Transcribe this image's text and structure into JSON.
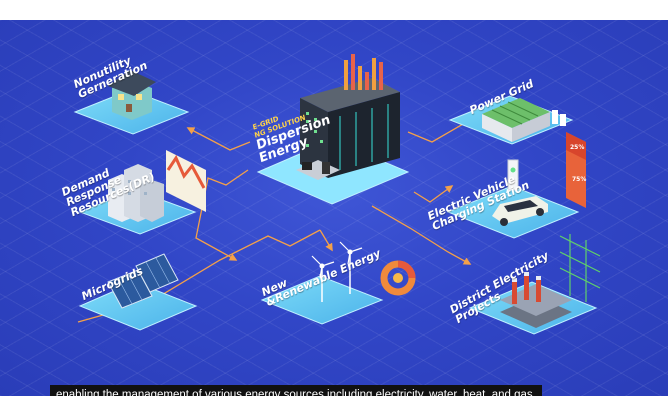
{
  "hub": {
    "subtitle_1": "E-GRID",
    "subtitle_2": "NG SOLUTION",
    "title_1": "Dispersion",
    "title_2": "Energy"
  },
  "nodes": {
    "nonutility": [
      "Nonutility",
      "Gerneration"
    ],
    "demand": [
      "Demand",
      "Response",
      "Resources(DR)"
    ],
    "microgrids": [
      "Microgrids"
    ],
    "renewable": [
      "New",
      "&Renewable Energy"
    ],
    "power_grid": [
      "Power Grid"
    ],
    "ev": [
      "Electric Vehicle",
      "Charging Station"
    ],
    "district": [
      "District Electricity",
      "Projects"
    ]
  },
  "ev_chart_labels": [
    "25%",
    "75%"
  ],
  "caption": "enabling the management of various energy sources including electricity, water, heat, and gas.",
  "colors": {
    "background": "#3146c7",
    "tile": "#6fd0f2",
    "connector": "#f3a04a",
    "caption_bg": "#111111"
  }
}
